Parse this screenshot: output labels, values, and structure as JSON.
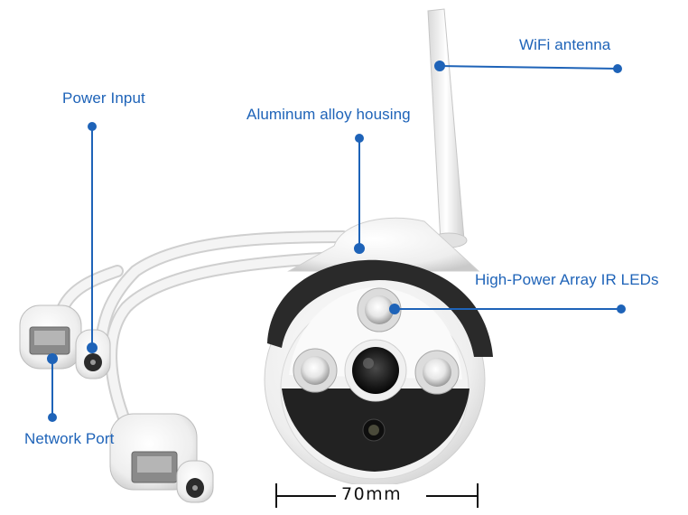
{
  "callouts": {
    "wifi_antenna": "WiFi antenna",
    "power_input": "Power Input",
    "housing": "Aluminum alloy housing",
    "ir_leds": "High-Power Array IR LEDs",
    "network_port": "Network Port"
  },
  "dimension": {
    "width_label": "70mm"
  },
  "colors": {
    "callout": "#1e63b8",
    "dimension": "#111111"
  }
}
